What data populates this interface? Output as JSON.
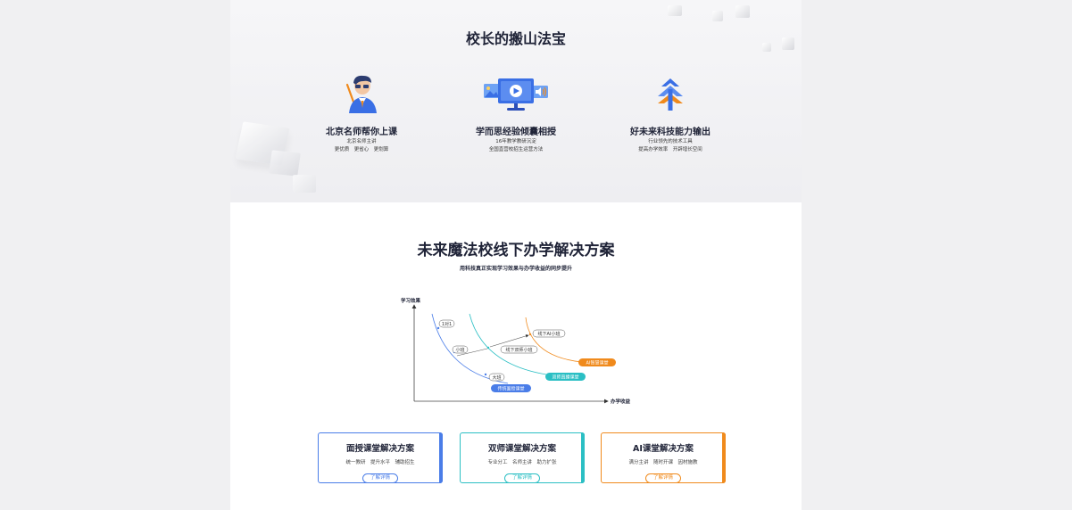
{
  "top": {
    "title": "校长的搬山法宝",
    "features": [
      {
        "icon": "teacher-icon",
        "title": "北京名师帮你上课",
        "lines": [
          "北京名师主讲",
          "更优质　更省心　更划算"
        ]
      },
      {
        "icon": "video-lesson-icon",
        "title": "学而思经验倾囊相授",
        "lines": [
          "16年教学教研沉淀",
          "全国直营校招生运营方法"
        ]
      },
      {
        "icon": "tech-tree-icon",
        "title": "好未来科技能力输出",
        "lines": [
          "行业领先的技术工具",
          "提高办学效率　开辟增长空间"
        ]
      }
    ]
  },
  "solutions": {
    "title": "未来魔法校线下办学解决方案",
    "subtitle": "用科技真正实现学习效果与办学收益的同步提升",
    "chart_data": {
      "type": "diagram",
      "xlabel": "办学收益",
      "ylabel": "学习效果",
      "point_labels": [
        "1对1",
        "小班",
        "大班",
        "线下双师小班",
        "线下AI小班"
      ],
      "curve_labels": [
        {
          "name": "传统面授课堂",
          "color": "#4a7de8"
        },
        {
          "name": "双师直播课堂",
          "color": "#2bbfc4"
        },
        {
          "name": "AI智慧课堂",
          "color": "#f08a1c"
        }
      ]
    },
    "cards": [
      {
        "title": "面授课堂解决方案",
        "desc": "统一教研　提升水平　辅助招生",
        "button": "了解详情",
        "color": "#4a7de8"
      },
      {
        "title": "双师课堂解决方案",
        "desc": "专业分工　名师主讲　助力扩张",
        "button": "了解详情",
        "color": "#2bbfc4"
      },
      {
        "title": "AI课堂解决方案",
        "desc": "满分主讲　随时开课　因材施教",
        "button": "了解详情",
        "color": "#f08a1c"
      }
    ]
  }
}
